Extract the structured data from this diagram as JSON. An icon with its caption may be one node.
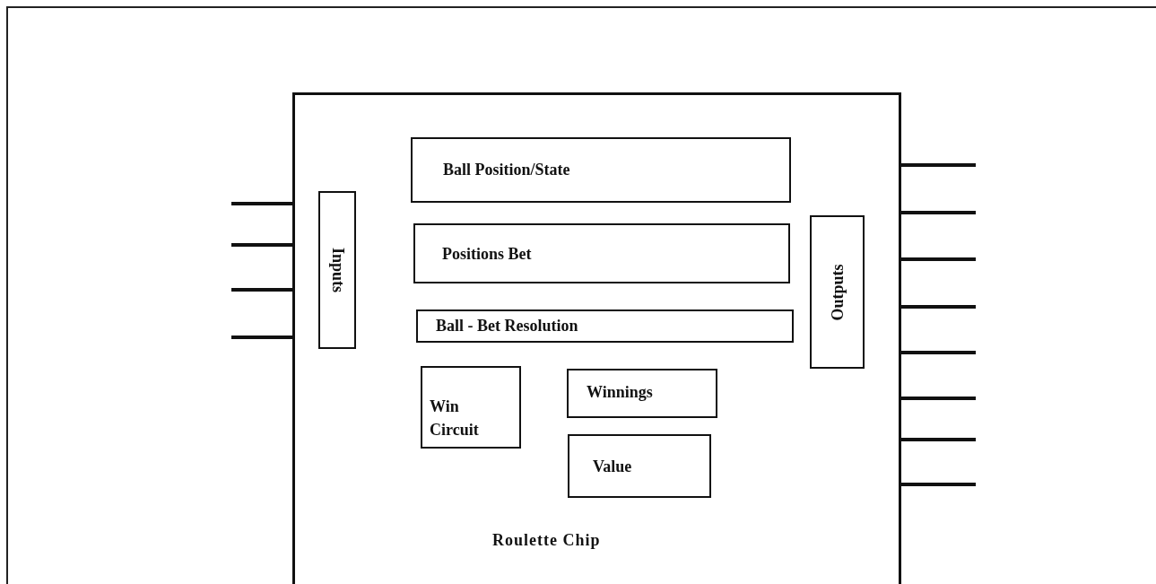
{
  "diagram": {
    "nodes": [
      {
        "text": [
          "Roulette Chip"
        ]
      },
      {
        "text": [
          "Inputs"
        ],
        "in": 0
      },
      {
        "text": [
          "Ball Position/State"
        ],
        "in": 0
      },
      {
        "text": [
          "Positions Bet"
        ],
        "in": 0
      },
      {
        "text": [
          "Ball - Bet Resolution"
        ],
        "in": 0
      },
      {
        "text": [
          "Win Circuit"
        ],
        "in": 0
      },
      {
        "text": [
          "Winnings"
        ],
        "in": 0
      },
      {
        "text": [
          "Value"
        ],
        "in": 0
      },
      {
        "text": [
          "Outputs"
        ],
        "in": 0
      }
    ]
  }
}
